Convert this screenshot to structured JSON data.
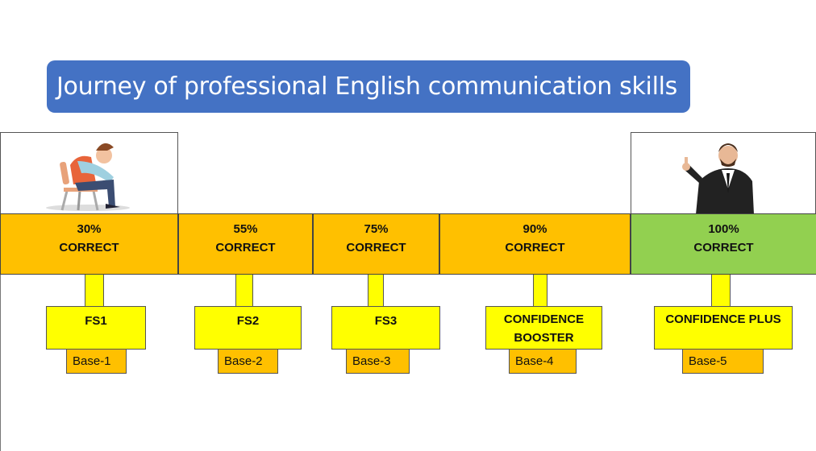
{
  "title": "Journey of professional English communication skills",
  "stages": [
    {
      "percent": "30%",
      "label": "CORRECT",
      "program": "FS1",
      "base": "Base-1",
      "color": "#FFC000"
    },
    {
      "percent": "55%",
      "label": "CORRECT",
      "program": "FS2",
      "base": "Base-2",
      "color": "#FFC000"
    },
    {
      "percent": "75%",
      "label": "CORRECT",
      "program": "FS3",
      "base": "Base-3",
      "color": "#FFC000"
    },
    {
      "percent": "90%",
      "label": "CORRECT",
      "program": "CONFIDENCE BOOSTER",
      "base": "Base-4",
      "color": "#FFC000"
    },
    {
      "percent": "100%",
      "label": "CORRECT",
      "program": "CONFIDENCE PLUS",
      "base": "Base-5",
      "color": "#92D050"
    }
  ],
  "images": {
    "start": "sad-student-illustration",
    "end": "confident-businessman-illustration"
  }
}
